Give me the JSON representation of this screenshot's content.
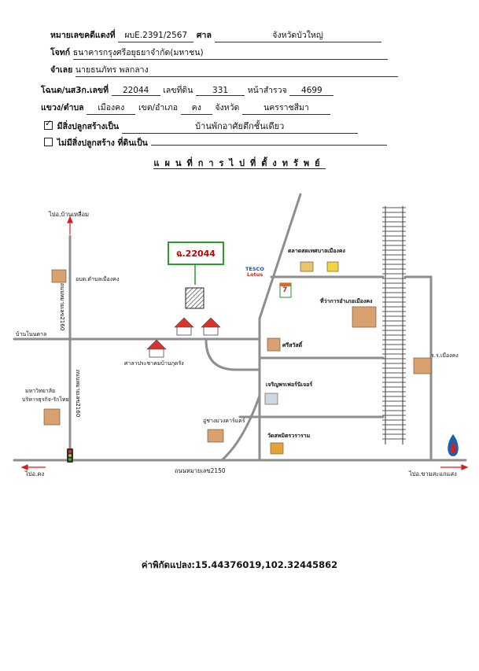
{
  "header": {
    "case_label": "หมายเลขคดีแดงที่",
    "case_no": "ผบE.2391/2567",
    "court_label": "ศาล",
    "court": "จังหวัดบัวใหญ่",
    "plaintiff_label": "โจทก์",
    "plaintiff": "ธนาคารกรุงศรีอยุธยาจำกัด(มหาชน)",
    "defendant_label": "จำเลย",
    "defendant": "นายธนภัทร พลกลาง",
    "deed_label": "โฉนด/นส3ก.เลขที่",
    "deed_no": "22044",
    "land_no_label": "เลขที่ดิน",
    "land_no": "331",
    "survey_label": "หน้าสำรวจ",
    "survey_no": "4699",
    "subdistrict_label": "แขวง/ตำบล",
    "subdistrict": "เมืองคง",
    "district_label": "เขต/อำเภอ",
    "district": "คง",
    "province_label": "จังหวัด",
    "province": "นครราชสีมา",
    "has_building_label": "มีสิ่งปลูกสร้างเป็น",
    "has_building_value": "บ้านพักอาศัยตึกชั้นเดียว",
    "has_building_checked": true,
    "no_building_label": "ไม่มีสิ่งปลูกสร้าง ที่ดินเป็น",
    "no_building_checked": false
  },
  "map": {
    "title": "แผนที่การไปที่ตั้งทรัพย์",
    "parcel_label": "ฉ.22044",
    "labels": {
      "to_ban_lueam": "ไปอ.บ้านเหลื่อม",
      "to_khong": "ไปอ.คง",
      "to_kham_sakae_saeng": "ไปอ.ขามสะแกแสง",
      "ban_non_tan": "บ้านโนนตาล",
      "road_2160_upper": "ถนนหมายเลข2160",
      "road_2160_lower": "ถนนหมายเลข2160",
      "road_2150": "ถนนหมายเลข2150",
      "sao_mueang_khong": "อบต.ตำบลเมืองคง",
      "community_hall": "ศาลาประชาคมบ้านกุดรัง",
      "university_line1": "มหาวิทยาลัย",
      "university_line2": "บริหารธุรกิจ-รักไทย",
      "market": "ตลาดสดเทศบาลเมืองคง",
      "tesco_line1": "TESCO",
      "tesco_line2": "Lotus",
      "seven_eleven": "7",
      "district_office": "ที่ว่าการอำเภอเมืองคง",
      "srisawat": "ศรีสวัสดิ์",
      "charoen_furniture": "เจริญพรเฟอร์นิเจอร์",
      "garage": "อู่ช่างม่วงคาร์แคร์",
      "temple": "วัดสหมิตรวราราม",
      "school": "ร.ร.เมืองคง"
    }
  },
  "coordinates": {
    "label": "ค่าพิกัดแปลง:",
    "value": "15.44376019,102.32445862"
  },
  "colors": {
    "road": "#8e8e8e",
    "arrow": "#d22020",
    "parcel_border": "#2e9b2e",
    "parcel_text": "#c40000",
    "house_roof": "#d9342b",
    "building": "#d9a070",
    "gas_station": "#1e5fb5"
  }
}
